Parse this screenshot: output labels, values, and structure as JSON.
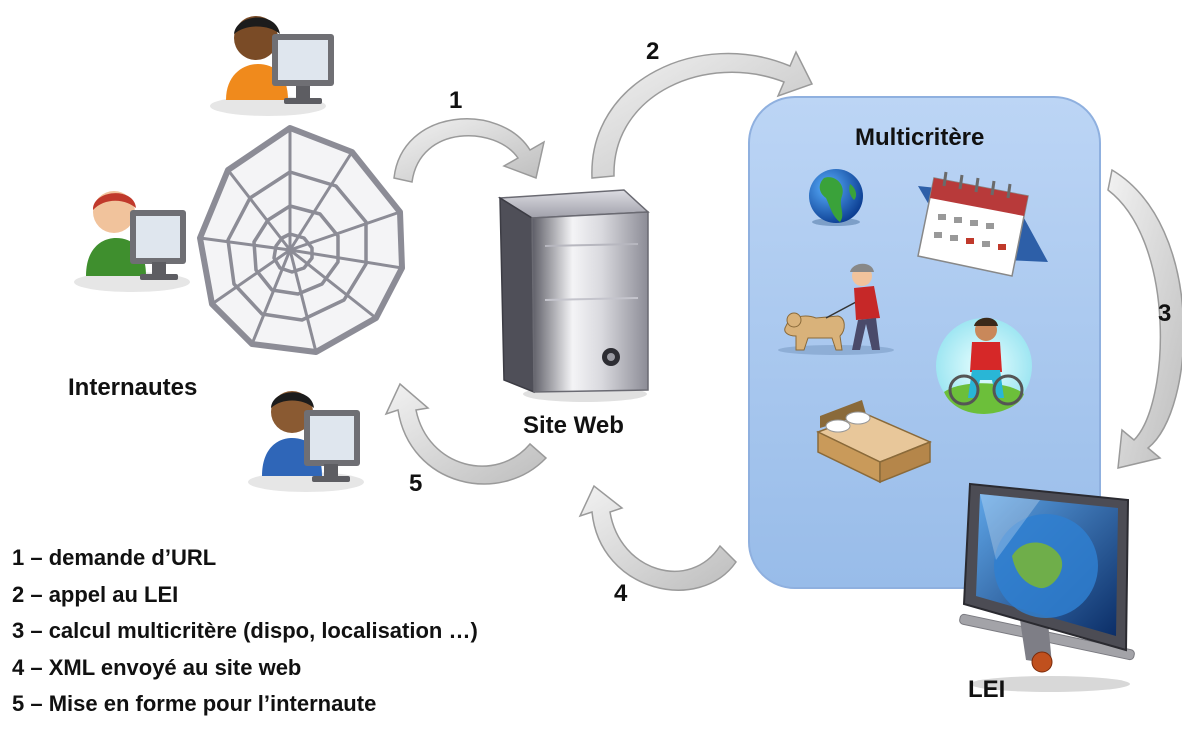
{
  "labels": {
    "users": "Internautes",
    "server": "Site Web",
    "panel": "Multicritère",
    "lei": "LEI"
  },
  "steps": [
    "1",
    "2",
    "3",
    "4",
    "5"
  ],
  "legend": [
    "1 – demande d’URL",
    "2 – appel au LEI",
    "3 – calcul multicritère (dispo, localisation …)",
    "4 – XML envoyé au site web",
    "5 – Mise en forme pour l’internaute"
  ],
  "icons": [
    "user-orange-icon",
    "user-green-icon",
    "user-blue-icon",
    "spider-web-icon",
    "server-tower-icon",
    "globe-icon",
    "calendar-icon",
    "dog-walker-icon",
    "wheelchair-icon",
    "bed-icon",
    "lei-monitor-icon"
  ],
  "colors": {
    "panel_fill": "#a9c7ef",
    "panel_stroke": "#8fb0df",
    "arrow_fill": "#d8d8d8",
    "arrow_stroke": "#9a9a9a"
  }
}
